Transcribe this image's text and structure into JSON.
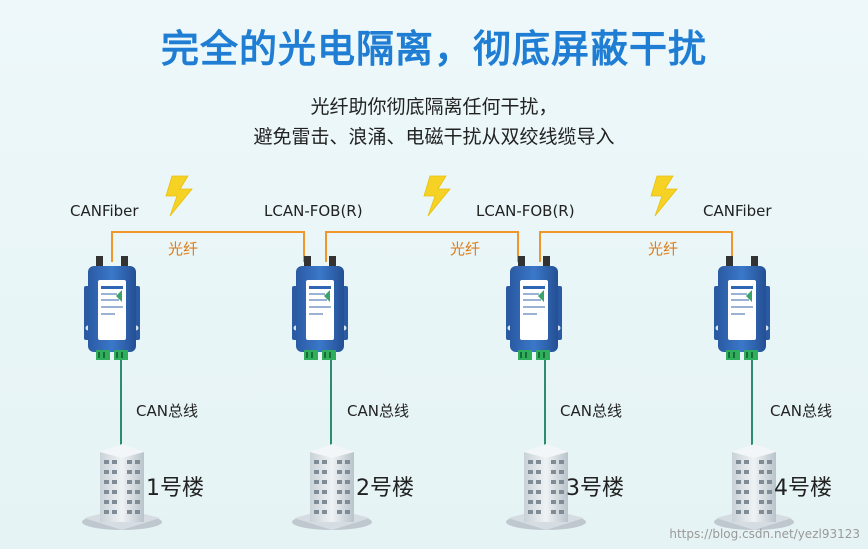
{
  "header": {
    "title": "完全的光电隔离，彻底屏蔽干扰",
    "subtitle_line1": "光纤助你彻底隔离任何干扰，",
    "subtitle_line2": "避免雷击、浪涌、电磁干扰从双绞线缆导入"
  },
  "devices": [
    {
      "label": "CANFiber"
    },
    {
      "label": "LCAN-FOB(R)"
    },
    {
      "label": "LCAN-FOB(R)"
    },
    {
      "label": "CANFiber"
    }
  ],
  "fiber_links": [
    {
      "label": "光纤"
    },
    {
      "label": "光纤"
    },
    {
      "label": "光纤"
    }
  ],
  "bus_links": [
    {
      "label": "CAN总线"
    },
    {
      "label": "CAN总线"
    },
    {
      "label": "CAN总线"
    },
    {
      "label": "CAN总线"
    }
  ],
  "buildings": [
    {
      "label": "1号楼"
    },
    {
      "label": "2号楼"
    },
    {
      "label": "3号楼"
    },
    {
      "label": "4号楼"
    }
  ],
  "watermark": "https://blog.csdn.net/yezl93123",
  "colors": {
    "title": "#1f7ed4",
    "fiber": "#f0962a",
    "fiber_text": "#e07b14",
    "bus": "#2e8b6e",
    "lightning": "#f5d224",
    "device_body": "#2f66b3"
  }
}
